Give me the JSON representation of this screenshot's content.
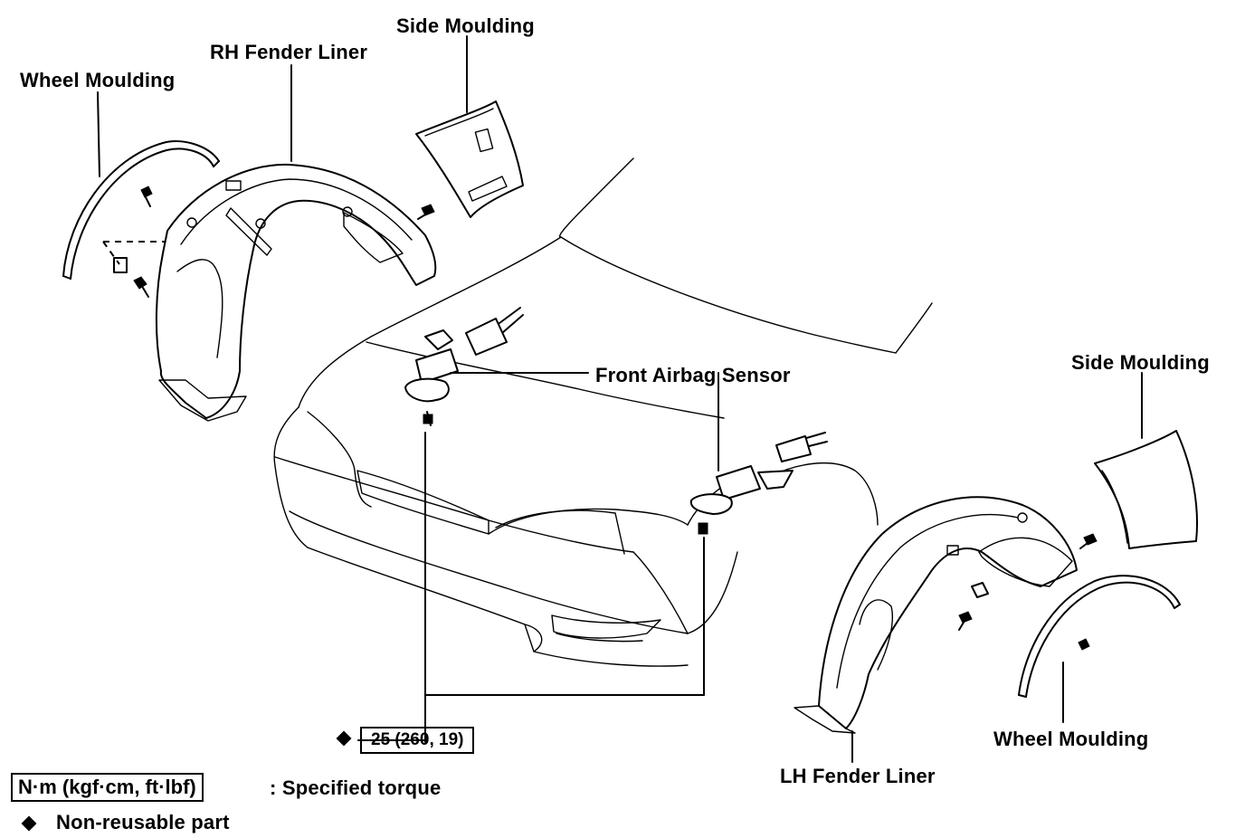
{
  "labels": {
    "wheel_moulding_rh": "Wheel Moulding",
    "rh_fender_liner": "RH Fender Liner",
    "side_moulding_rh": "Side Moulding",
    "front_airbag_sensor": "Front Airbag Sensor",
    "side_moulding_lh": "Side Moulding",
    "wheel_moulding_lh": "Wheel Moulding",
    "lh_fender_liner": "LH Fender Liner"
  },
  "torque": {
    "value": "25 (260, 19)"
  },
  "legend": {
    "torque_units": "N·m (kgf·cm, ft·lbf)",
    "torque_desc": ":  Specified torque",
    "nonreusable_desc": "Non-reusable part"
  }
}
